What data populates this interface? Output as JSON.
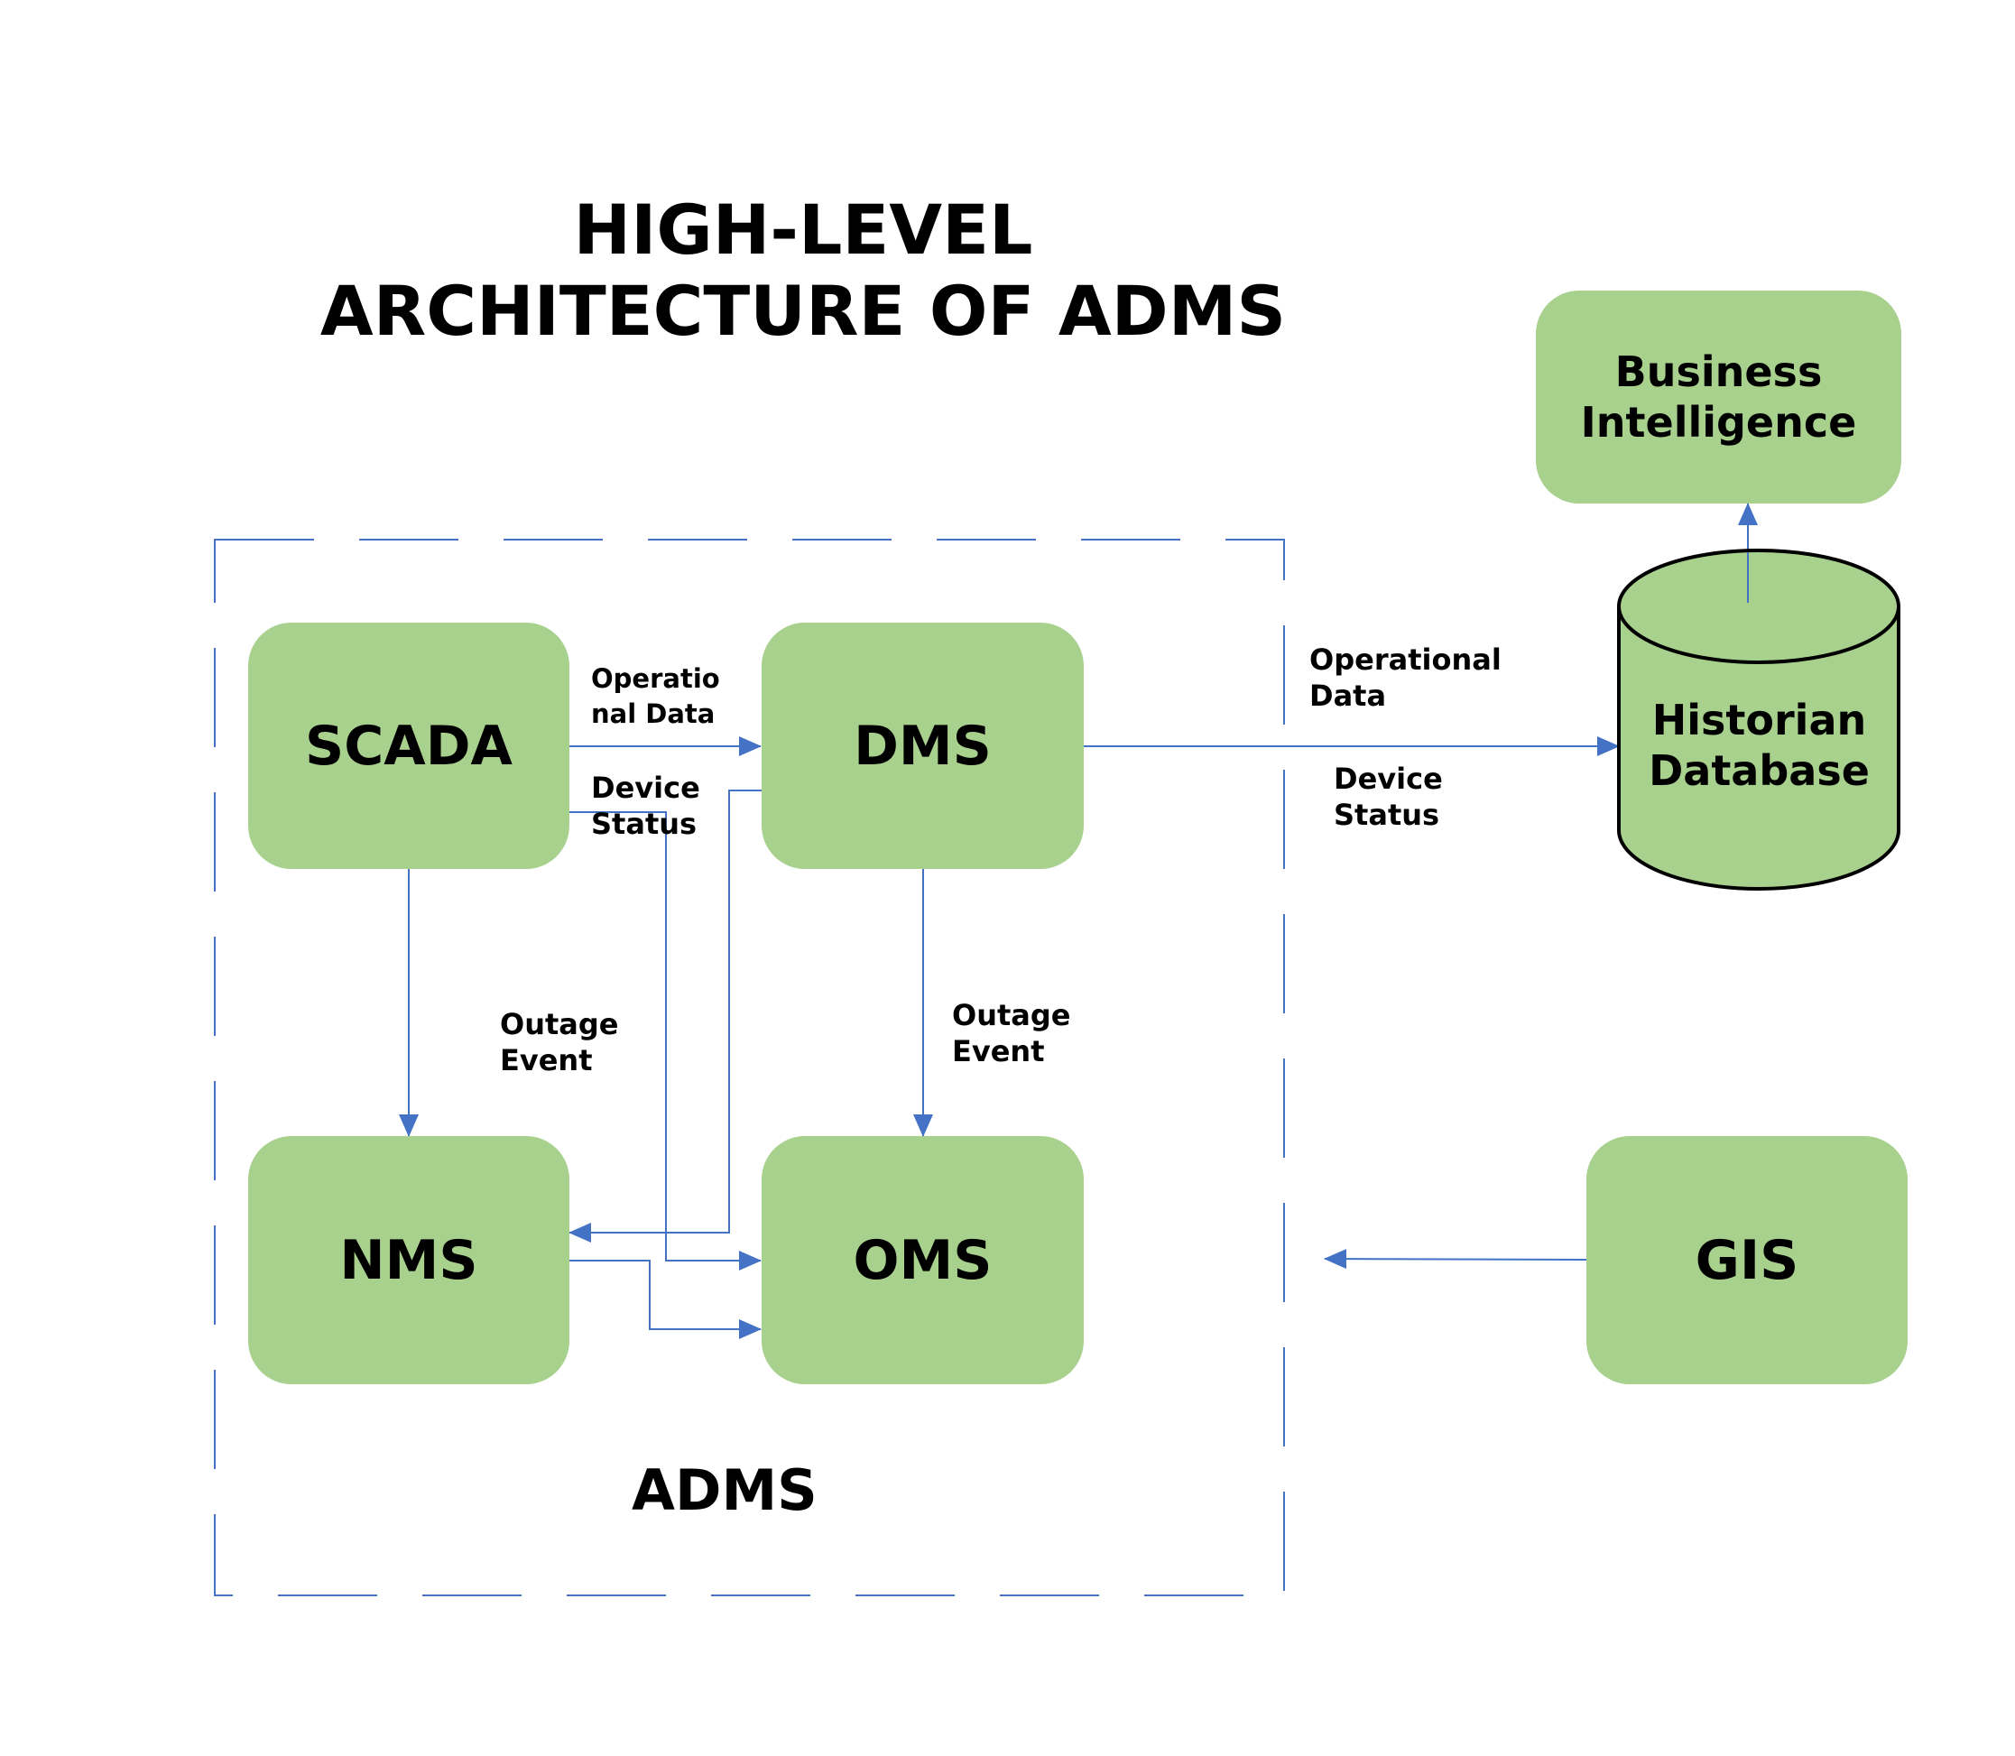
{
  "title": {
    "line1": "HIGH-LEVEL",
    "line2": "ARCHITECTURE OF ADMS"
  },
  "colors": {
    "node_fill": "#a9d18e",
    "connector": "#4472c4",
    "boundary": "#4472c4",
    "text": "#000000"
  },
  "boundary": {
    "label": "ADMS"
  },
  "nodes": {
    "scada": "SCADA",
    "dms": "DMS",
    "nms": "NMS",
    "oms": "OMS",
    "gis": "GIS",
    "bi": {
      "line1": "Business",
      "line2": "Intelligence"
    },
    "historian": {
      "line1": "Historian",
      "line2": "Database",
      "shape": "cylinder"
    }
  },
  "edge_labels": {
    "scada_dms_op": {
      "line1": "Operatio",
      "line2": "nal Data"
    },
    "scada_device": {
      "line1": "Device",
      "line2": "Status"
    },
    "scada_nms_outage": {
      "line1": "Outage",
      "line2": "Event"
    },
    "dms_oms_outage": {
      "line1": "Outage",
      "line2": "Event"
    },
    "dms_hist_op": {
      "line1": "Operational",
      "line2": "Data"
    },
    "dms_hist_device": {
      "line1": "Device",
      "line2": "Status"
    }
  },
  "edges": [
    {
      "from": "SCADA",
      "to": "DMS",
      "label": "Operational Data"
    },
    {
      "from": "SCADA",
      "to": "OMS",
      "label": "Device Status"
    },
    {
      "from": "SCADA",
      "to": "NMS"
    },
    {
      "from": "DMS",
      "to": "NMS"
    },
    {
      "from": "DMS",
      "to": "OMS",
      "label": "Outage Event"
    },
    {
      "from": "NMS",
      "to": "OMS"
    },
    {
      "from": "DMS",
      "to": "Historian Database",
      "label": "Operational Data / Device Status"
    },
    {
      "from": "Historian Database",
      "to": "Business Intelligence"
    },
    {
      "from": "GIS",
      "to": "ADMS"
    }
  ]
}
